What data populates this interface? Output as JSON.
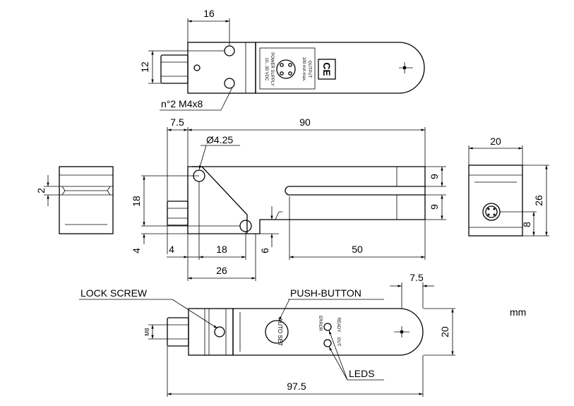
{
  "units": "mm",
  "top_view": {
    "dim_16": "16",
    "dim_12": "12",
    "screw_note": "n°2  M4x8",
    "label_power_supply": "POWER SUPPLY",
    "label_voltage": "10...30 VDC",
    "label_output": "OUTPUT",
    "label_output_current": "100 mA max.",
    "ce_mark": "CE"
  },
  "front_view": {
    "dim_7_5": "7.5",
    "dim_90": "90",
    "hole_diameter": "Ø4.25",
    "dim_18_vertical": "18",
    "dim_4_vertical": "4",
    "dim_4_horizontal": "4",
    "dim_18_horizontal": "18",
    "dim_6": "6",
    "dim_26": "26",
    "dim_50": "50",
    "dim_9_upper": "9",
    "dim_9_lower": "9"
  },
  "left_view": {
    "dim_2": "2"
  },
  "right_view": {
    "dim_20": "20",
    "dim_26": "26",
    "dim_8": "8"
  },
  "bottom_view": {
    "lock_screw": "LOCK SCREW",
    "push_button": "PUSH-BUTTON",
    "auto_set": "AUTO SET",
    "ready": "READY",
    "error": "ERROR",
    "out": "OUT",
    "leds": "LEDS",
    "dim_7_5": "7.5",
    "dim_20": "20",
    "dim_m8": "M8",
    "dim_97_5": "97.5"
  }
}
